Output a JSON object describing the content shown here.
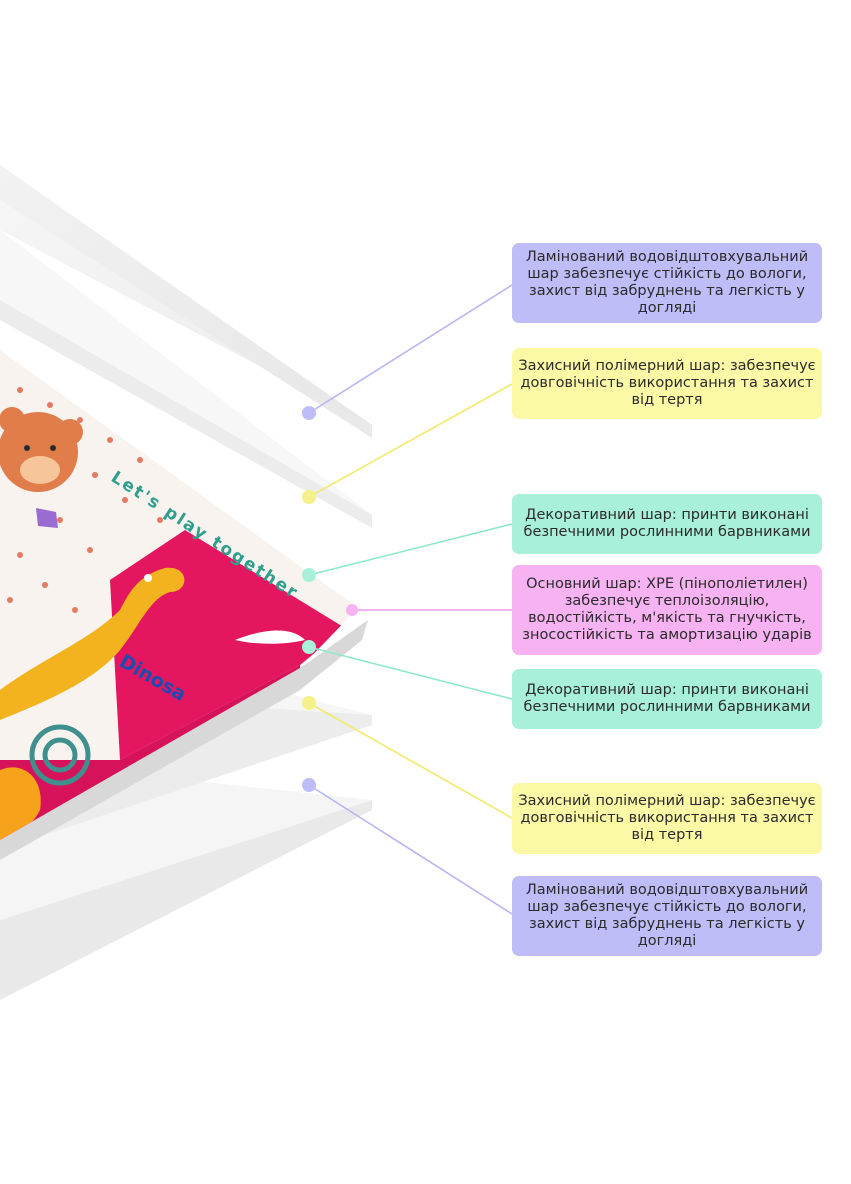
{
  "mat_print": {
    "slogan": "Let's play together",
    "word": "Dinosa"
  },
  "colors": {
    "purple": "#bfbdf7",
    "yellow": "#fbf8a6",
    "mint": "#a8f0d9",
    "pink": "#f7b2f2"
  },
  "layers": [
    {
      "text": "Ламінований водовідштовхувальний шар забезпечує стійкість до вологи, захист від забруднень та легкість у догляді",
      "color": "purple"
    },
    {
      "text": "Захисний полімерний шар: забезпечує довговічність використання та захист від тертя",
      "color": "yellow"
    },
    {
      "text": "Декоративний шар: принти виконані безпечними рослинними барвниками",
      "color": "mint"
    },
    {
      "text": "Основний шар: XPE (пінополіетилен) забезпечує теплоізоляцію, водостійкість, м'якість та гнучкість, зносостійкість та амортизацію ударів",
      "color": "pink"
    },
    {
      "text": "Декоративний шар: принти виконані безпечними рослинними барвниками",
      "color": "mint"
    },
    {
      "text": "Захисний полімерний шар: забезпечує довговічність використання та захист від тертя",
      "color": "yellow"
    },
    {
      "text": "Ламінований водовідштовхувальний шар забезпечує стійкість до вологи, захист від забруднень та легкість у догляді",
      "color": "purple"
    }
  ]
}
